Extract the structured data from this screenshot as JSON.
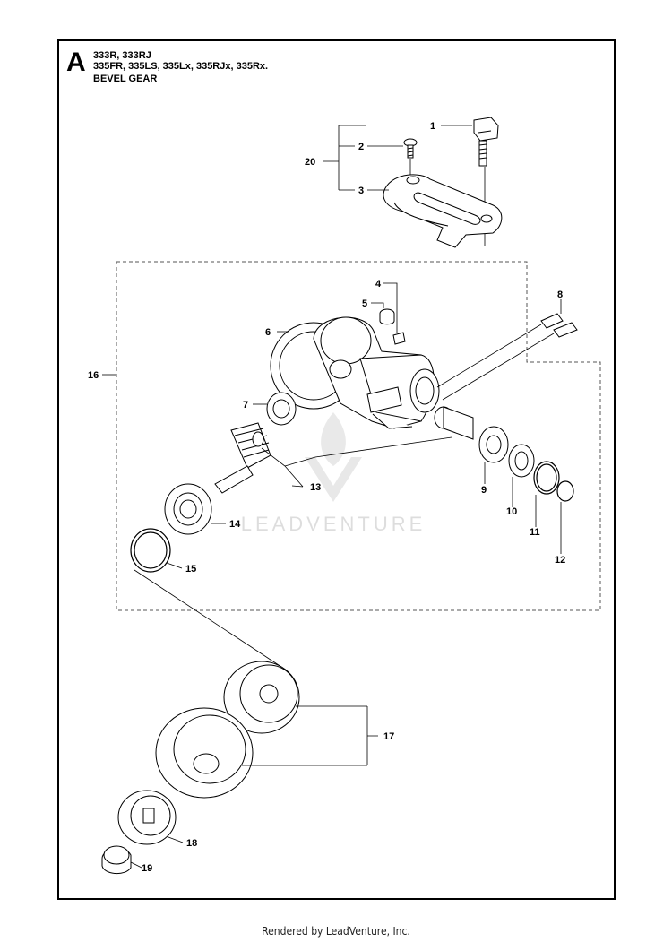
{
  "section": "A",
  "header": {
    "models_line1": "333R, 333RJ",
    "models_line2": "335FR, 335LS, 335Lx, 335RJx, 335Rx.",
    "assembly_name": "BEVEL GEAR"
  },
  "watermark": "LEADVENTURE",
  "callouts": {
    "c1": "1",
    "c2": "2",
    "c3": "3",
    "c4": "4",
    "c5": "5",
    "c6": "6",
    "c7": "7",
    "c8": "8",
    "c9": "9",
    "c10": "10",
    "c11": "11",
    "c12": "12",
    "c13": "13",
    "c14": "14",
    "c15": "15",
    "c16": "16",
    "c17": "17",
    "c18": "18",
    "c19": "19",
    "c20": "20"
  },
  "footer": "Rendered by LeadVenture, Inc."
}
